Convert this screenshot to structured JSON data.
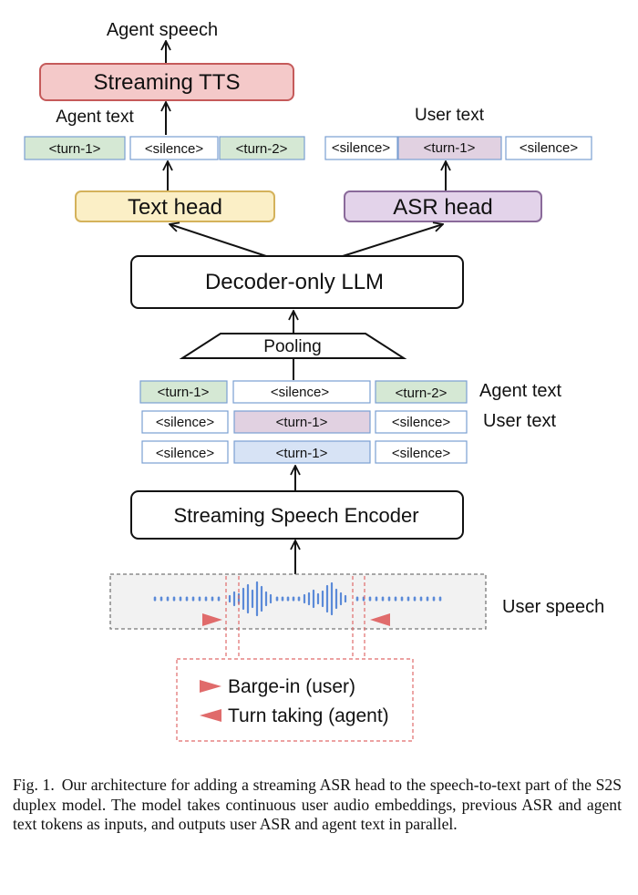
{
  "labels": {
    "agent_speech": "Agent speech",
    "agent_text_top": "Agent text",
    "user_text_top": "User text",
    "agent_text_side": "Agent text",
    "user_text_side": "User text",
    "user_speech": "User speech"
  },
  "blocks": {
    "streaming_tts": "Streaming TTS",
    "text_head": "Text head",
    "asr_head": "ASR head",
    "llm": "Decoder-only LLM",
    "pooling": "Pooling",
    "encoder": "Streaming Speech Encoder"
  },
  "tokens": {
    "agent_out": [
      "<turn-1>",
      "<silence>",
      "<turn-2>"
    ],
    "user_out": [
      "<silence>",
      "<turn-1>",
      "<silence>"
    ],
    "in_agent": [
      "<turn-1>",
      "<silence>",
      "<turn-2>"
    ],
    "in_user": [
      "<silence>",
      "<turn-1>",
      "<silence>"
    ],
    "in_speech": [
      "<silence>",
      "<turn-1>",
      "<silence>"
    ]
  },
  "legend": {
    "barge_in": "Barge-in (user)",
    "turn_taking": "Turn taking (agent)"
  },
  "caption": {
    "label": "Fig. 1.",
    "text": "Our architecture for adding a streaming ASR head to the speech-to-text part of the S2S duplex model. The model takes continuous user audio embeddings, previous ASR and agent text tokens as inputs, and outputs user ASR and agent text in parallel."
  },
  "colors": {
    "tts_fill": "#f4c9c9",
    "tts_stroke": "#c55a5a",
    "text_head_fill": "#fbefc6",
    "text_head_stroke": "#d4b25b",
    "asr_head_fill": "#e3d3ea",
    "asr_head_stroke": "#8a6a9a",
    "green_token": "#d5e8d4",
    "purple_token": "#e1d1e1",
    "blue_token": "#d7e3f5",
    "token_border": "#7a9fd2",
    "wave": "#5b8ad8",
    "marker": "#e06b6b",
    "audio_bg": "#f2f2f2"
  }
}
